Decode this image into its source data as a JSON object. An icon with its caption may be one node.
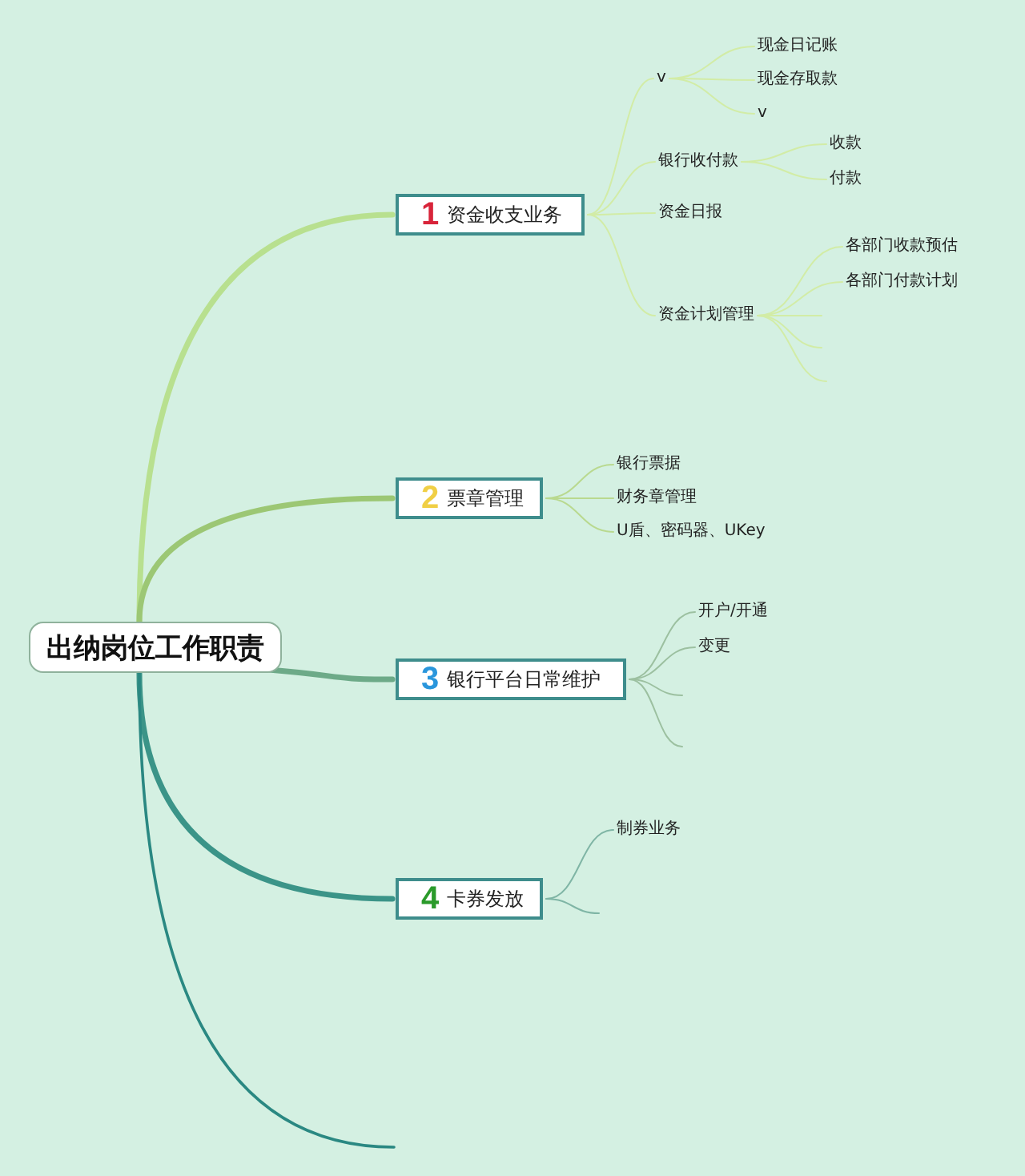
{
  "diagram": {
    "nodes": [
      {
        "text": [
          "出纳岗位工作职责"
        ]
      },
      {
        "text": [
          "1",
          "资金收支业务"
        ]
      },
      {
        "text": [
          "v"
        ]
      },
      {
        "text": [
          "现金日记账"
        ]
      },
      {
        "text": [
          "现金存取款"
        ]
      },
      {
        "text": [
          "v"
        ]
      },
      {
        "text": [
          "银行收付款"
        ]
      },
      {
        "text": [
          "收款"
        ]
      },
      {
        "text": [
          "付款"
        ]
      },
      {
        "text": [
          "资金日报"
        ]
      },
      {
        "text": [
          "资金计划管理"
        ]
      },
      {
        "text": [
          "各部门收款预估"
        ]
      },
      {
        "text": [
          "各部门付款计划"
        ]
      },
      {
        "text": [
          "2",
          "票章管理"
        ]
      },
      {
        "text": [
          "银行票据"
        ]
      },
      {
        "text": [
          "财务章管理"
        ]
      },
      {
        "text": [
          "U盾、密码器、UKey"
        ]
      },
      {
        "text": [
          "3",
          "银行平台日常维护"
        ]
      },
      {
        "text": [
          "开户/开通"
        ]
      },
      {
        "text": [
          "变更"
        ]
      },
      {
        "text": [
          "4",
          "卡券发放"
        ]
      },
      {
        "text": [
          "制券业务"
        ]
      }
    ],
    "edges": [
      {
        "from": 0,
        "to": 1,
        "arrow": "none",
        "style": "thick",
        "color": "#b8e08f"
      },
      {
        "from": 0,
        "to": 13,
        "arrow": "none",
        "style": "thick",
        "color": "#9cc774"
      },
      {
        "from": 0,
        "to": 17,
        "arrow": "none",
        "style": "thick",
        "color": "#6daa88"
      },
      {
        "from": 0,
        "to": 20,
        "arrow": "none",
        "style": "thick",
        "color": "#3b9488"
      },
      {
        "from": 0,
        "to": null,
        "arrow": "none",
        "color": "#2a8882"
      },
      {
        "from": 1,
        "to": 2,
        "arrow": "none",
        "color": "#d2eca6"
      },
      {
        "from": 1,
        "to": 6,
        "arrow": "none",
        "color": "#d2eca6"
      },
      {
        "from": 1,
        "to": 9,
        "arrow": "none",
        "color": "#d2eca6"
      },
      {
        "from": 1,
        "to": 10,
        "arrow": "none",
        "color": "#d2eca6"
      },
      {
        "from": 2,
        "to": 3,
        "arrow": "none",
        "color": "#d2eca6"
      },
      {
        "from": 2,
        "to": 4,
        "arrow": "none",
        "color": "#d2eca6"
      },
      {
        "from": 2,
        "to": 5,
        "arrow": "none",
        "color": "#d2eca6"
      },
      {
        "from": 6,
        "to": 7,
        "arrow": "none",
        "color": "#d2eca6"
      },
      {
        "from": 6,
        "to": 8,
        "arrow": "none",
        "color": "#d2eca6"
      },
      {
        "from": 10,
        "to": 11,
        "arrow": "none",
        "color": "#d2eca6"
      },
      {
        "from": 10,
        "to": 12,
        "arrow": "none",
        "color": "#d2eca6"
      },
      {
        "from": 10,
        "to": null,
        "arrow": "none",
        "color": "#d2eca6"
      },
      {
        "from": 10,
        "to": null,
        "arrow": "none",
        "color": "#d2eca6"
      },
      {
        "from": 10,
        "to": null,
        "arrow": "none",
        "color": "#d2eca6"
      },
      {
        "from": 13,
        "to": 14,
        "arrow": "none",
        "color": "#b9d98f"
      },
      {
        "from": 13,
        "to": 15,
        "arrow": "none",
        "color": "#b9d98f"
      },
      {
        "from": 13,
        "to": 16,
        "arrow": "none",
        "color": "#b9d98f"
      },
      {
        "from": 17,
        "to": 18,
        "arrow": "none",
        "color": "#9cc0a0"
      },
      {
        "from": 17,
        "to": 19,
        "arrow": "none",
        "color": "#9cc0a0"
      },
      {
        "from": 17,
        "to": null,
        "arrow": "none",
        "color": "#9cc0a0"
      },
      {
        "from": 17,
        "to": null,
        "arrow": "none",
        "color": "#9cc0a0"
      },
      {
        "from": 20,
        "to": 21,
        "arrow": "none",
        "color": "#7fb5a5"
      },
      {
        "from": 20,
        "to": null,
        "arrow": "none",
        "color": "#7fb5a5"
      }
    ]
  }
}
